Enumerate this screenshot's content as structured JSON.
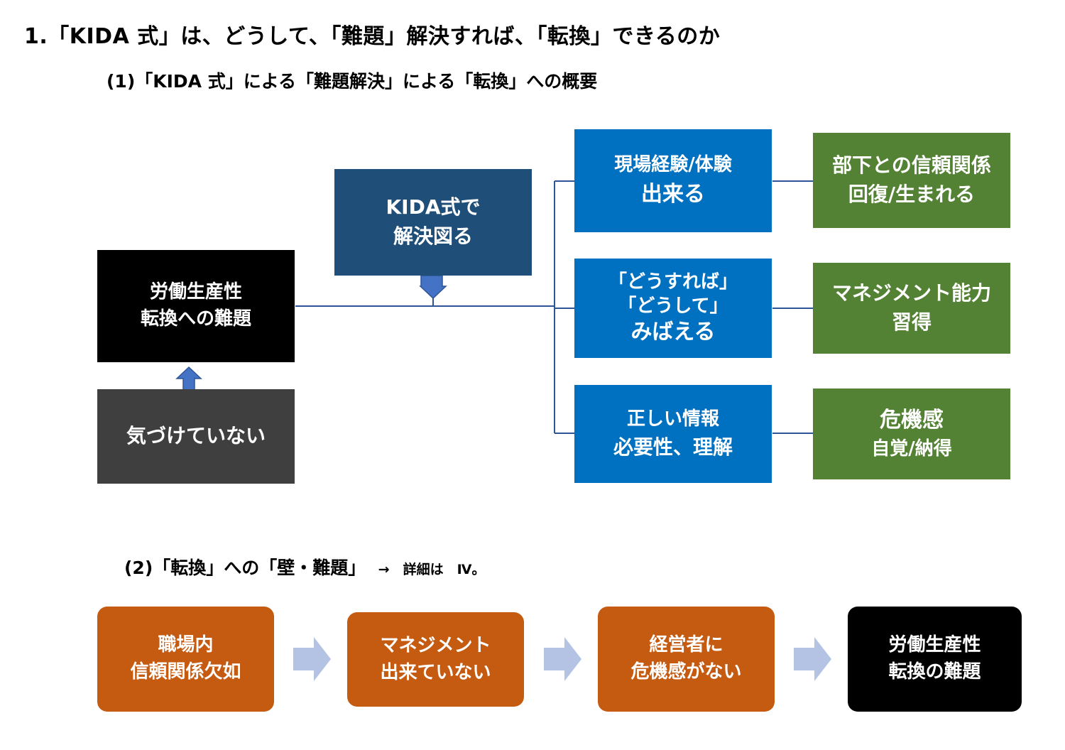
{
  "heading": "1.「KIDA 式」は、どうして、「難題」解決すれば、「転換」できるのか",
  "section1": {
    "title": "(1)「KIDA 式」による「難題解決」による「転換」への概要",
    "problem": {
      "line1": "労働生産性",
      "line2": "転換への難題"
    },
    "unaware": "気づけていない",
    "kida": {
      "line1": "KIDA式で",
      "line2": "解決図る"
    },
    "branches": [
      {
        "blue": [
          "現場経験/体験",
          "出来る"
        ],
        "green": [
          "部下との信頼関係",
          "回復/生まれる"
        ]
      },
      {
        "blue": [
          "「どうすれば」",
          "「どうして」",
          "みばえる"
        ],
        "green": [
          "マネジメント能力",
          "習得"
        ]
      },
      {
        "blue": [
          "正しい情報",
          "必要性、理解"
        ],
        "green": [
          "危機感",
          "自覚/納得"
        ]
      }
    ]
  },
  "section2": {
    "title": "(2)「転換」への「壁・難題」",
    "arrow_text": "→　詳細は　Ⅳ。",
    "steps": [
      [
        "職場内",
        "信頼関係欠如"
      ],
      [
        "マネジメント",
        "出来ていない"
      ],
      [
        "経営者に",
        "危機感がない"
      ],
      [
        "労働生産性",
        "転換の難題"
      ]
    ]
  },
  "colors": {
    "black": "#000000",
    "dark_gray": "#3f3f3f",
    "navy": "#1f4e79",
    "blue": "#0070c0",
    "green": "#548235",
    "orange": "#c55a11",
    "arrow_blue": "#4472c4",
    "arrow_light": "#b4c3e3",
    "connector": "#2f5597"
  }
}
